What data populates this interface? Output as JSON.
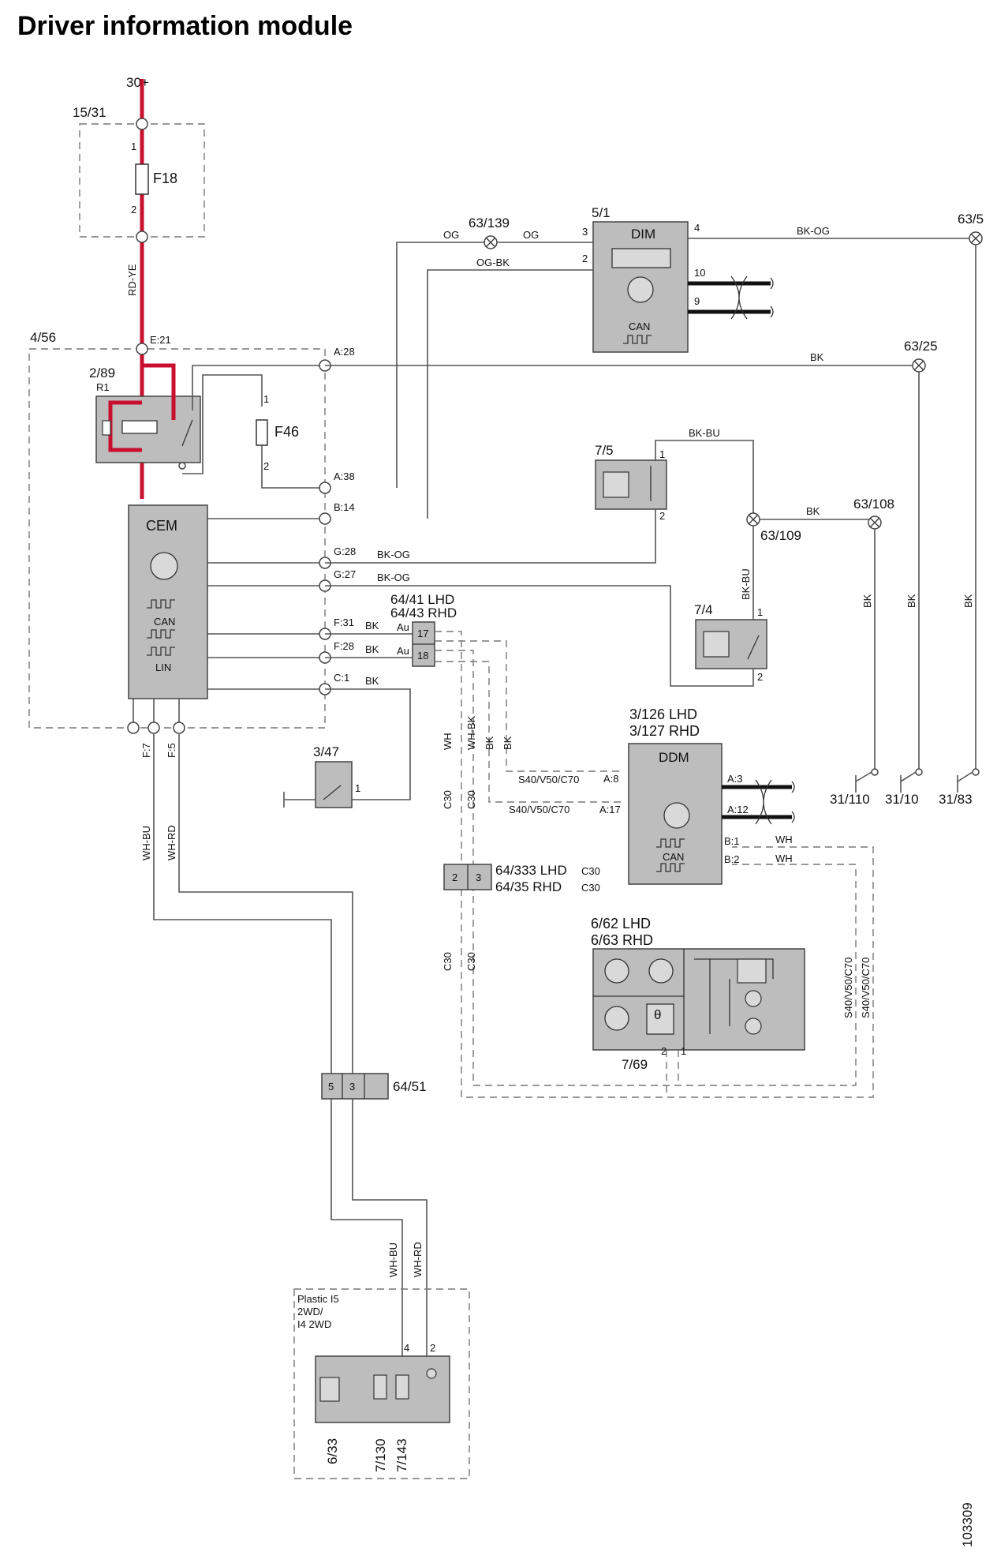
{
  "title": "Driver information module",
  "figure_id": "103309",
  "power": {
    "supply": "30+",
    "fuse_box": "15/31",
    "fuse1": "F18",
    "fuse2": "F46",
    "relay_id": "2/89",
    "relay": "R1",
    "wire": "RD-YE",
    "pin1": "1",
    "pin2": "2"
  },
  "cem": {
    "box_id": "4/56",
    "label": "CEM",
    "can": "CAN",
    "lin": "LIN",
    "pins": [
      "E:21",
      "A:28",
      "A:38",
      "B:14",
      "G:28",
      "G:27",
      "F:31",
      "F:28",
      "C:1",
      "F:7",
      "F:5"
    ]
  },
  "dim": {
    "id": "5/1",
    "label": "DIM",
    "can": "CAN",
    "pins": [
      "3",
      "2",
      "4",
      "10",
      "9"
    ]
  },
  "wires": {
    "og": "OG",
    "og_bk": "OG-BK",
    "bk_og": "BK-OG",
    "bk": "BK",
    "bk_bu": "BK-BU",
    "wh": "WH",
    "wh_bk": "WH-BK",
    "wh_bu": "WH-BU",
    "wh_rd": "WH-RD",
    "c30": "C30",
    "s40": "S40/V50/C70"
  },
  "grounds": {
    "g1": "63/139",
    "g2": "63/5",
    "g3": "63/25",
    "g4": "63/108",
    "g5": "63/109",
    "e1": "31/110",
    "e2": "31/10",
    "e3": "31/83"
  },
  "switches": {
    "s1": "7/5",
    "s2": "7/4",
    "s3": "3/47"
  },
  "connectors": {
    "c1a": "64/41 LHD",
    "c1b": "64/43 RHD",
    "c1_pin17": "17",
    "c1_pin18": "18",
    "au": "Au",
    "c2a": "64/333 LHD",
    "c2b": "64/35 RHD",
    "c2_pin2": "2",
    "c2_pin3": "3",
    "c3": "64/51",
    "c3_pin5": "5",
    "c3_pin3": "3"
  },
  "ddm": {
    "ida": "3/126 LHD",
    "idb": "3/127 RHD",
    "label": "DDM",
    "can": "CAN",
    "pins": [
      "A:8",
      "A:17",
      "A:3",
      "A:12",
      "B:1",
      "B:2"
    ]
  },
  "mirror": {
    "ida": "6/62 LHD",
    "idb": "6/63  RHD",
    "sensor": "7/69",
    "pin2": "2",
    "pin1": "1",
    "theta": "θ"
  },
  "motor": {
    "variant1": "Plastic I5",
    "variant2": "2WD/",
    "variant3": "I4 2WD",
    "motor": "6/33",
    "s1": "7/130",
    "s2": "7/143",
    "pin4": "4",
    "pin2": "2"
  }
}
